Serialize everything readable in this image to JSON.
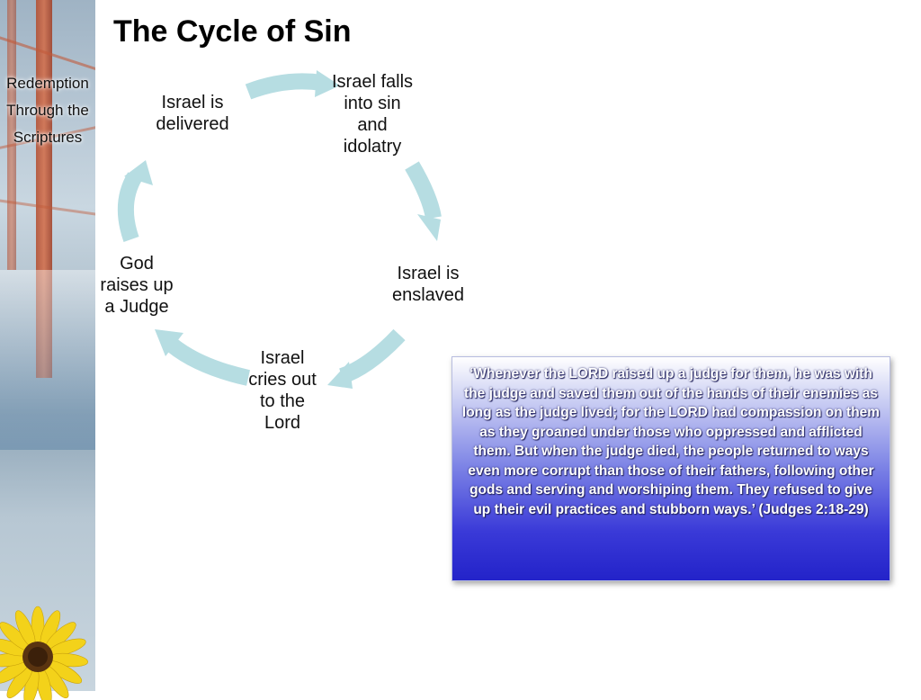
{
  "title": "The Cycle of Sin",
  "sidebar": {
    "lines": [
      "Redemption",
      "Through the",
      "Scriptures"
    ]
  },
  "cycle": {
    "nodes": [
      {
        "id": "falls",
        "lines": [
          "Israel falls",
          "into sin",
          "and",
          "idolatry"
        ]
      },
      {
        "id": "enslaved",
        "lines": [
          "Israel is",
          "enslaved"
        ]
      },
      {
        "id": "cries",
        "lines": [
          "Israel",
          "cries out",
          "to the",
          "Lord"
        ]
      },
      {
        "id": "judge",
        "lines": [
          "God",
          "raises up",
          "a Judge"
        ]
      },
      {
        "id": "delivered",
        "lines": [
          "Israel is",
          "delivered"
        ]
      }
    ],
    "arrow_color": "#b6dde2"
  },
  "quote": {
    "text": "‘Whenever the LORD raised up a judge for them, he was with the judge and saved them out of the hands of their enemies as long as the judge lived; for the LORD had compassion on them as they groaned under those who oppressed and afflicted them.  But when the judge died, the people returned to ways even more corrupt than those of their fathers, following other gods and serving and worshiping them. They refused to give up their evil practices and stubborn ways.’  (Judges 2:18-29)"
  }
}
